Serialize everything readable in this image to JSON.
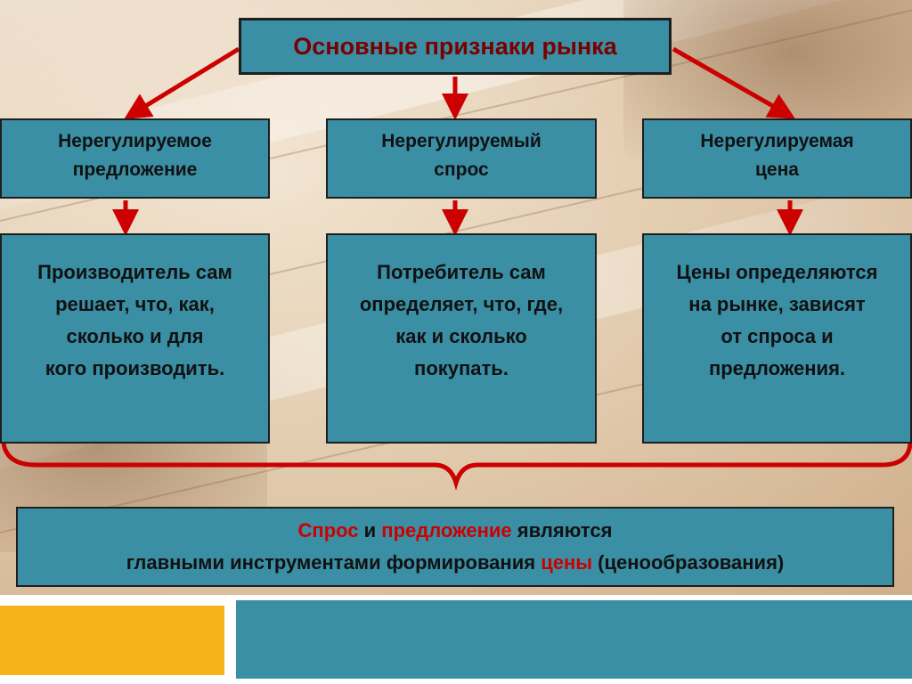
{
  "title": "Основные признаки рынка",
  "columns": [
    {
      "heading": [
        "Нерегулируемое",
        "предложение"
      ],
      "description": [
        "Производитель сам",
        "решает, что, как,",
        "сколько и для",
        "кого производить."
      ]
    },
    {
      "heading": [
        "Нерегулируемый",
        "спрос"
      ],
      "description": [
        "Потребитель сам",
        "определяет, что, где,",
        "как и сколько",
        "покупать."
      ]
    },
    {
      "heading": [
        "Нерегулируемая",
        "цена"
      ],
      "description": [
        "Цены определяются",
        "на рынке, зависят",
        "от спроса и",
        "предложения."
      ]
    }
  ],
  "conclusion": {
    "word1": "Спрос",
    "and": "и",
    "word2": "предложение",
    "rest1": "являются",
    "line2_start": "главными инструментами формирования",
    "word3": "цены",
    "line2_end": "(ценообразования)"
  },
  "colors": {
    "box_fill": "#3a8fa5",
    "arrow": "#cc0000",
    "title_text": "#7a0000",
    "accent_orange": "#f4b41a"
  }
}
